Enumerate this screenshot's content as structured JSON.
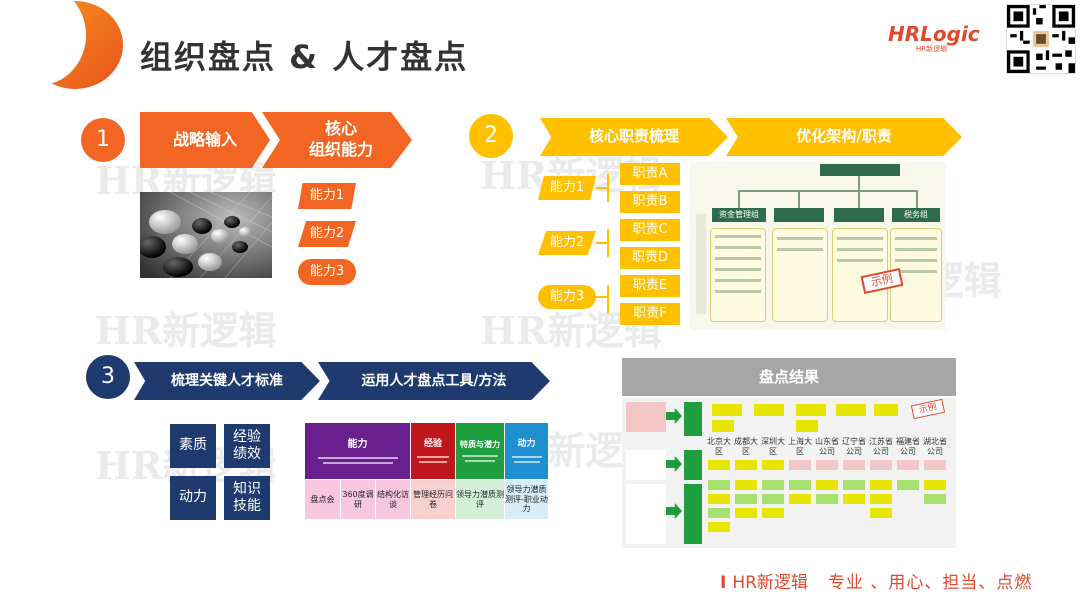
{
  "title": "组织盘点 & 人才盘点",
  "logo": {
    "brand": "HRLogic",
    "sub": "HR新逻辑"
  },
  "section1": {
    "num": "1",
    "step1": "战略输入",
    "step2": [
      "核心",
      "组织能力"
    ],
    "caps": [
      "能力1",
      "能力2",
      "能力3"
    ]
  },
  "section2": {
    "num": "2",
    "step1": "核心职责梳理",
    "step2": "优化架构/职责",
    "caps": [
      "能力1",
      "能力2",
      "能力3"
    ],
    "duties": [
      "职责A",
      "职责B",
      "职责C",
      "职责D",
      "职责E",
      "职责F"
    ],
    "org_boxes": [
      "资金管理组",
      "税务组"
    ],
    "example": "示例"
  },
  "section3": {
    "num": "3",
    "step1": "梳理关键人才标准",
    "step2": "运用人才盘点工具/方法",
    "boxes": [
      [
        "素质"
      ],
      [
        "经验",
        "绩效"
      ],
      [
        "动力"
      ],
      [
        "知识",
        "技能"
      ]
    ],
    "table_headers": [
      "能力",
      "经验",
      "特质与潜力",
      "动力"
    ],
    "table_tools": [
      "盘点会",
      "360度调研",
      "结构化访谈",
      "管理经历问卷",
      "领导力潜质测评",
      "领导力潜质测评-职业动力"
    ]
  },
  "result": {
    "title": "盘点结果",
    "example": "示例",
    "regions": [
      "北京大区",
      "成都大区",
      "深圳大区",
      "上海大区",
      "山东省公司",
      "辽宁省公司",
      "江苏省公司",
      "福建省公司",
      "湖北省公司"
    ]
  },
  "footer": {
    "brand": "HR新逻辑",
    "slogan": "专业 、用心、担当、点燃"
  },
  "watermark": "HR新逻辑",
  "colors": {
    "orange": "#f26522",
    "yellow": "#ffc000",
    "navy": "#1f3a6e",
    "red": "#e0492b"
  }
}
